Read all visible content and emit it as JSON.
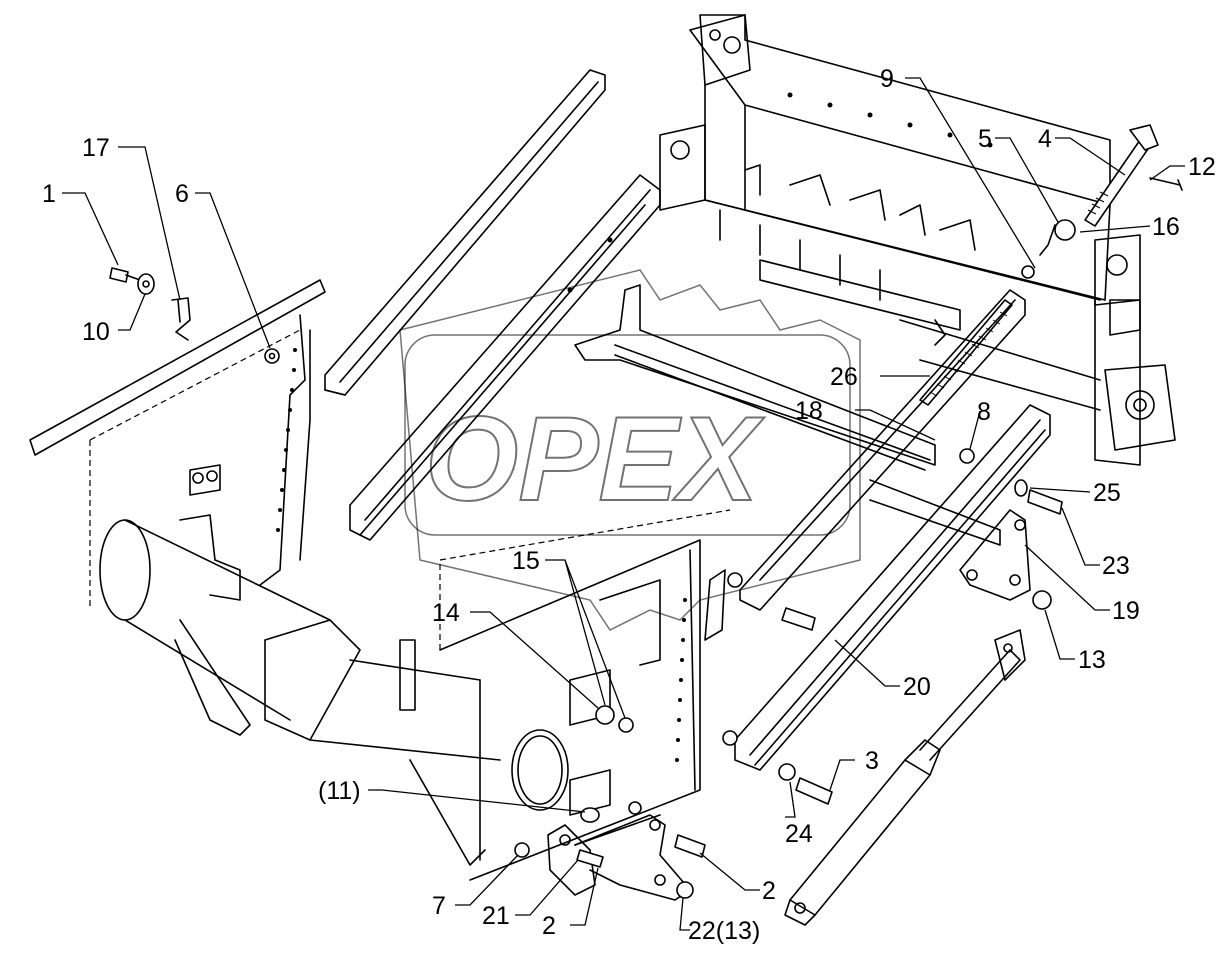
{
  "watermark": {
    "text": "OPEX"
  },
  "callouts": [
    {
      "id": "c1",
      "label": "1"
    },
    {
      "id": "c17",
      "label": "17"
    },
    {
      "id": "c6",
      "label": "6"
    },
    {
      "id": "c10",
      "label": "10"
    },
    {
      "id": "c9",
      "label": "9"
    },
    {
      "id": "c5",
      "label": "5"
    },
    {
      "id": "c4",
      "label": "4"
    },
    {
      "id": "c12",
      "label": "12"
    },
    {
      "id": "c16",
      "label": "16"
    },
    {
      "id": "c26",
      "label": "26"
    },
    {
      "id": "c18",
      "label": "18"
    },
    {
      "id": "c8",
      "label": "8"
    },
    {
      "id": "c25",
      "label": "25"
    },
    {
      "id": "c23",
      "label": "23"
    },
    {
      "id": "c19",
      "label": "19"
    },
    {
      "id": "c15",
      "label": "15"
    },
    {
      "id": "c14",
      "label": "14"
    },
    {
      "id": "c13",
      "label": "13"
    },
    {
      "id": "c20",
      "label": "20"
    },
    {
      "id": "c3",
      "label": "3"
    },
    {
      "id": "c11",
      "label": "(11)"
    },
    {
      "id": "c24",
      "label": "24"
    },
    {
      "id": "c7",
      "label": "7"
    },
    {
      "id": "c21",
      "label": "21"
    },
    {
      "id": "c2a",
      "label": "2"
    },
    {
      "id": "c2b",
      "label": "2"
    },
    {
      "id": "c22",
      "label": "22(13)"
    }
  ]
}
